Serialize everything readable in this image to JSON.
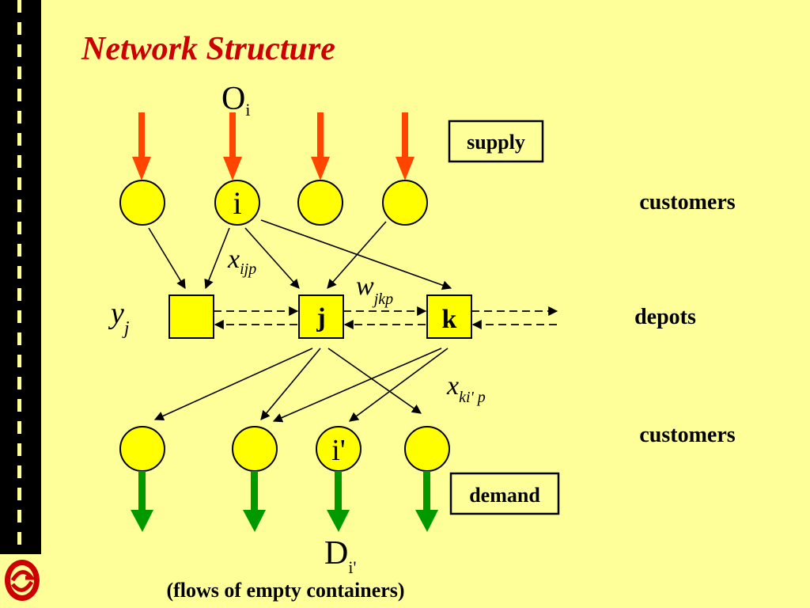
{
  "title": "Network Structure",
  "labels": {
    "supply": "supply",
    "demand": "demand",
    "customers_top": "customers",
    "depots": "depots",
    "customers_bottom": "customers",
    "footer": "(flows of empty containers)"
  },
  "nodes": {
    "customer_i": "i",
    "depot_j": "j",
    "depot_k": "k",
    "customer_i_prime": "i'"
  },
  "vars": {
    "O": "O",
    "O_sub": "i",
    "D": "D",
    "D_sub": "i'",
    "y": "y",
    "y_sub": "j",
    "x1": "x",
    "x1_sub": "ijp",
    "w": "w",
    "w_sub": "jkp",
    "x2": "x",
    "x2_sub": "ki' p"
  },
  "colors": {
    "background": "#FFFF99",
    "title": "#CC0000",
    "node_fill": "#FFFF00",
    "supply_arrow": "#FF4500",
    "demand_arrow": "#009900"
  }
}
